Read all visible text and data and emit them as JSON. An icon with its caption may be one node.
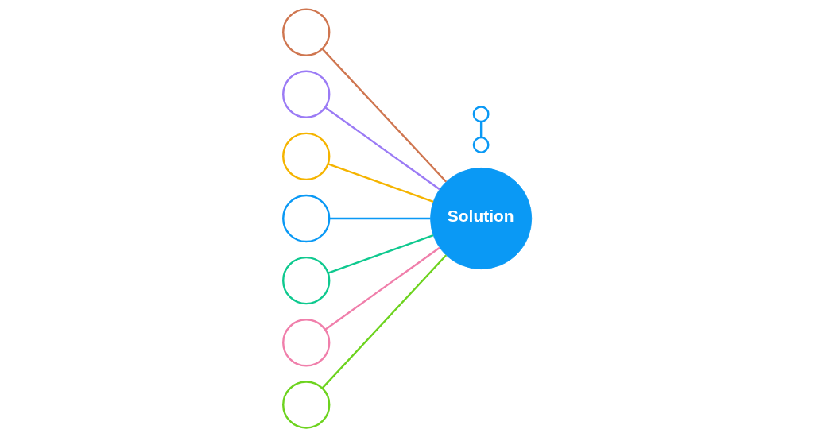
{
  "diagram": {
    "nodes": [
      {
        "text": [],
        "shape": "circle"
      },
      {
        "text": [],
        "shape": "circle"
      },
      {
        "text": [],
        "shape": "circle"
      },
      {
        "text": [],
        "shape": "circle"
      },
      {
        "text": [],
        "shape": "circle"
      },
      {
        "text": [
          "Solution"
        ]
      },
      {
        "text": [],
        "shape": "circle"
      },
      {
        "text": [],
        "shape": "circle"
      },
      {
        "text": [],
        "shape": "circle"
      },
      {
        "text": [],
        "shape": "circle"
      }
    ],
    "edges": [
      {
        "from": 4,
        "to": 5,
        "arrow": "none"
      },
      {
        "from": 1,
        "to": 5,
        "arrow": "none",
        "color": "#9b7bf5"
      },
      {
        "from": 0,
        "to": 5,
        "arrow": "none",
        "color": "#cf7650"
      },
      {
        "from": 3,
        "to": 5,
        "arrow": "none",
        "color": "#f5b400"
      },
      {
        "from": 6,
        "to": 5,
        "arrow": "none",
        "color": "#0fc98f"
      },
      {
        "from": 8,
        "to": 5,
        "arrow": "none",
        "color": "#f07fab"
      },
      {
        "from": 9,
        "to": 5,
        "arrow": "none",
        "color": "#6dd31f"
      },
      {
        "from": 2,
        "to": 7,
        "arrow": "none"
      }
    ]
  }
}
